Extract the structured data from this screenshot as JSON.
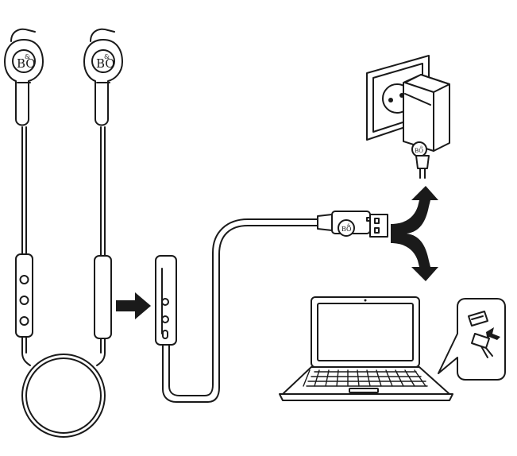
{
  "colors": {
    "line": "#1a1a1a",
    "background": "#ffffff"
  },
  "earbud_left_logo": {
    "main": "BO",
    "amp": "&"
  },
  "earbud_right_logo": {
    "main": "BO",
    "amp": "&"
  },
  "charger_logo": {
    "main": "BO",
    "amp": "&"
  },
  "usb_plug_logo": {
    "main": "BO",
    "amp": "&"
  },
  "icons": [
    "earphones",
    "charging-cable",
    "usb-connector",
    "arrow-right",
    "fork-arrow",
    "wall-charger",
    "power-socket",
    "laptop",
    "usb-port-callout"
  ]
}
